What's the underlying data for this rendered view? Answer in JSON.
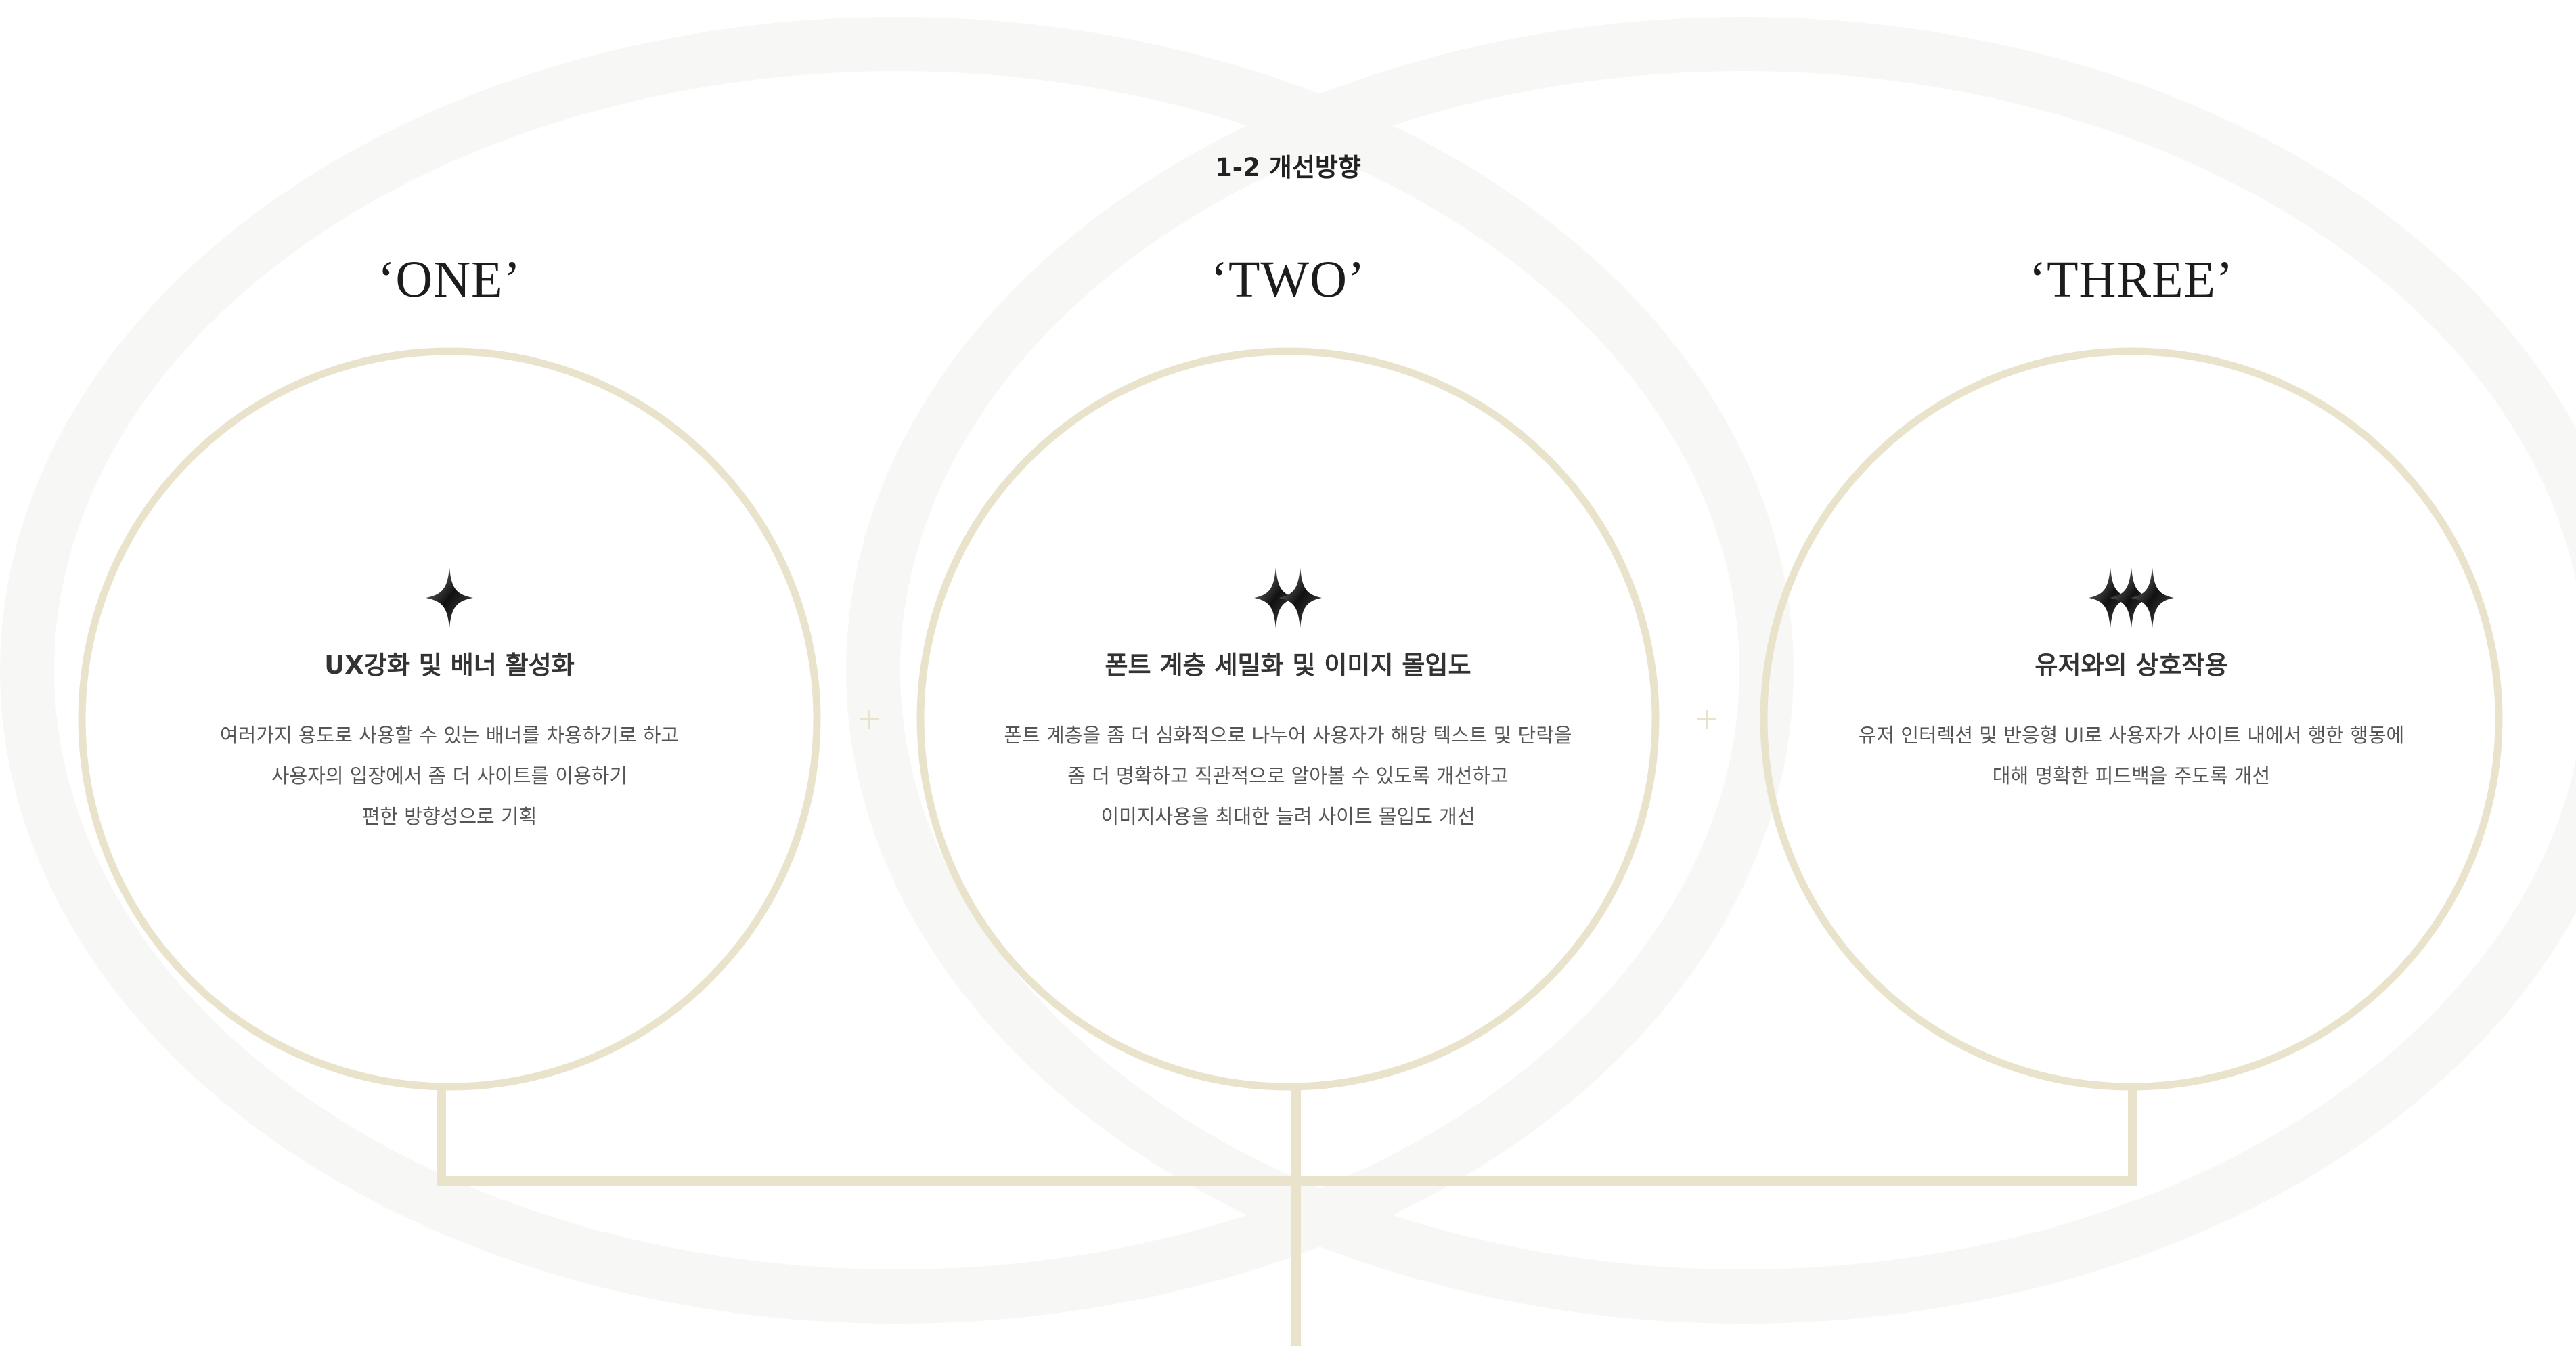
{
  "section_title": "1-2 개선방향",
  "colors": {
    "ring": "#e9e3cc",
    "bg_ellipse": "#f8f8f8",
    "text": "#333333"
  },
  "columns": [
    {
      "heading": "‘ONE’",
      "icon": "single-sparkle-icon",
      "title": "UX강화 및 배너 활성화",
      "lines": [
        "여러가지 용도로 사용할 수 있는 배너를 차용하기로 하고",
        "사용자의 입장에서 좀 더 사이트를 이용하기",
        "편한 방향성으로 기획"
      ]
    },
    {
      "heading": "‘TWO’",
      "icon": "double-sparkle-icon",
      "title": "폰트 계층 세밀화 및 이미지 몰입도",
      "lines": [
        "폰트 계층을 좀 더 심화적으로 나누어 사용자가 해당 텍스트 및 단락을",
        "좀 더 명확하고 직관적으로 알아볼 수 있도록 개선하고",
        "이미지사용을 최대한 늘려 사이트 몰입도 개선"
      ]
    },
    {
      "heading": "‘THREE’",
      "icon": "triple-sparkle-icon",
      "title": "유저와의 상호작용",
      "lines": [
        "유저 인터렉션 및 반응형 UI로 사용자가 사이트 내에서 행한 행동에",
        "대해 명확한 피드백을 주도록 개선"
      ]
    }
  ]
}
